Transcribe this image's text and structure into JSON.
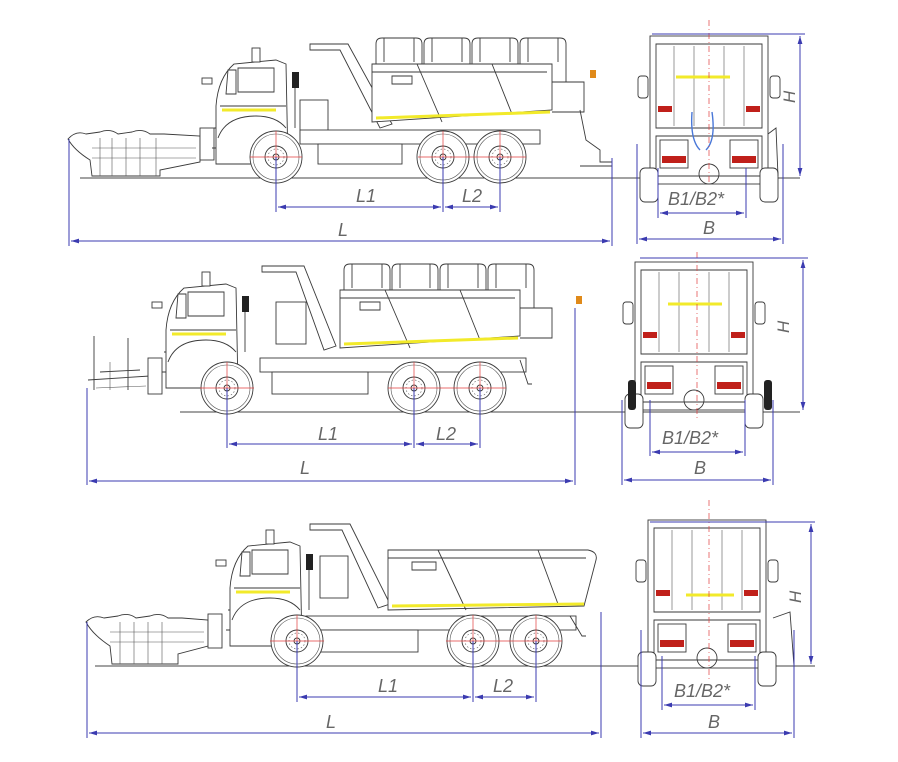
{
  "figure": {
    "title": "",
    "description": "Dimensional drawings of a 6x4 dump truck with front snow plow equipment in three configurations (side and rear views)"
  },
  "views": [
    {
      "id": "config-1",
      "equipment": "front snow plow (angled blade), dump body with spreader extensions",
      "side": {
        "labels": {
          "wheelbase_front": "L1",
          "wheelbase_rear": "L2",
          "overall_length": "L"
        }
      },
      "rear": {
        "labels": {
          "height": "H",
          "track": "B1/B2*",
          "overall_width": "B"
        }
      }
    },
    {
      "id": "config-2",
      "equipment": "front snow plow frame (blade raised/removed), dump body with spreader extensions",
      "side": {
        "labels": {
          "wheelbase_front": "L1",
          "wheelbase_rear": "L2",
          "overall_length": "L"
        }
      },
      "rear": {
        "labels": {
          "height": "H",
          "track": "B1/B2*",
          "overall_width": "B"
        }
      }
    },
    {
      "id": "config-3",
      "equipment": "front snow plow (angled blade), standard dump body",
      "side": {
        "labels": {
          "wheelbase_front": "L1",
          "wheelbase_rear": "L2",
          "overall_length": "L"
        }
      },
      "rear": {
        "labels": {
          "height": "H",
          "track": "B1/B2*",
          "overall_width": "B"
        }
      }
    }
  ],
  "colors": {
    "dimension_lines": "#3b3bb0",
    "center_axis": "#e23b3b",
    "stripe": "#f2ea2a",
    "reflector": "#c0201a",
    "beacon": "#e08a1a",
    "outline": "#3a3a3a"
  }
}
